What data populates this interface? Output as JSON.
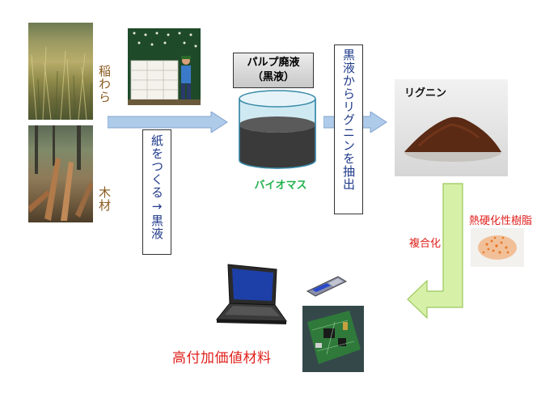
{
  "labels": {
    "rice_straw": "稲わら",
    "wood": "木材",
    "papermaking": "紙をつくる→黒液",
    "pulp_waste_line1": "パルプ廃液",
    "pulp_waste_line2": "（黒液）",
    "biomass": "バイオマス",
    "extract": "黒液からリグニンを抽出",
    "lignin": "リグニン",
    "thermoset": "熱硬化性樹脂",
    "composite": "複合化",
    "high_value": "高付加価値材料"
  },
  "colors": {
    "brown_label": "#8B5A1E",
    "blue_text": "#1F3A8A",
    "green_text": "#22B14C",
    "red_text": "#E0201C",
    "arrow_blue": "#AFCBEA",
    "arrow_green": "#D6F0A8"
  }
}
